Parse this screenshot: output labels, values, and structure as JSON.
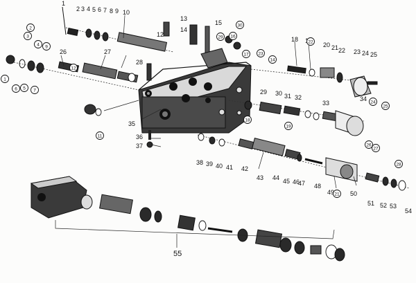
{
  "diagram": {
    "plain_labels": [
      "1",
      "2",
      "3",
      "4",
      "5",
      "6",
      "7",
      "8",
      "9",
      "10",
      "12",
      "13",
      "14",
      "15",
      "18",
      "19",
      "20",
      "21",
      "22",
      "23",
      "24",
      "25",
      "26",
      "27",
      "28",
      "29",
      "30",
      "31",
      "32",
      "33",
      "34",
      "35",
      "36",
      "37",
      "38",
      "39",
      "40",
      "41",
      "42",
      "43",
      "44",
      "45",
      "46",
      "47",
      "48",
      "49",
      "50",
      "51",
      "52",
      "53",
      "54"
    ],
    "circled_labels": [
      "1",
      "2",
      "3",
      "4",
      "5",
      "6",
      "7",
      "9",
      "11",
      "12",
      "14",
      "16",
      "17",
      "18",
      "19",
      "21",
      "22",
      "23",
      "24",
      "25",
      "26",
      "27",
      "28",
      "29",
      "30"
    ],
    "assembly_label": "55"
  }
}
